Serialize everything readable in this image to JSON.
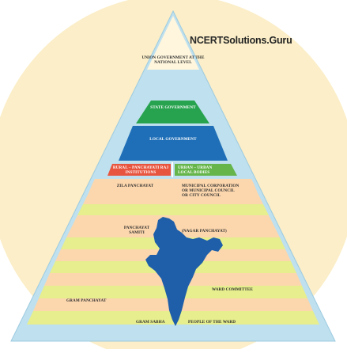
{
  "watermark": {
    "prefix": "NCERT",
    "rest": "Solutions.Guru"
  },
  "pyramid": {
    "top": "Union Government at the National Level",
    "state": "State Government",
    "local": "Local Government",
    "rural": "Rural – Panchayati Raj Institutions",
    "urban": "Urban – Urban Local Bodies",
    "zila": "Zila Panchayat",
    "panchayat_samiti": "Panchayat Samiti",
    "gram_panchayat": "Gram Panchayat",
    "gram_sabha": "Gram Sabha",
    "municipal": "Municipal Corporation or Municipal Council or City Council",
    "nagar": "(Nagar Panchayat)",
    "ward_committee": "Ward Committee",
    "people_ward": "People of the Ward"
  },
  "colors": {
    "background_circle": "#fbeec8",
    "pyramid_outer": "#bfe0ee",
    "state_green": "#27a34f",
    "local_blue": "#1f6fb8",
    "rural_red": "#e8553f",
    "urban_green": "#65b54a",
    "band_orange": "#fcd7ae",
    "band_green": "#e6ee8e",
    "map_blue": "#1f5faa",
    "peak_cream": "#fff6dd"
  }
}
